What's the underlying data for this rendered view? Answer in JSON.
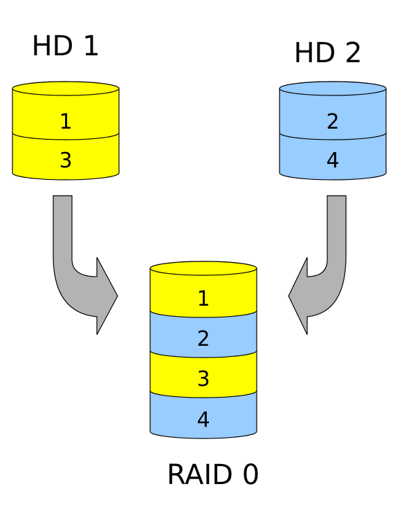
{
  "colors": {
    "yellow": "#ffff00",
    "blue": "#99ccff",
    "arrow_fill": "#b3b3b3",
    "stroke": "#000000"
  },
  "disks": {
    "hd1": {
      "title": "HD 1",
      "color": "yellow",
      "segments": [
        "1",
        "3"
      ]
    },
    "hd2": {
      "title": "HD 2",
      "color": "blue",
      "segments": [
        "2",
        "4"
      ]
    },
    "raid": {
      "title": "RAID 0",
      "segments": [
        {
          "label": "1",
          "color": "yellow"
        },
        {
          "label": "2",
          "color": "blue"
        },
        {
          "label": "3",
          "color": "yellow"
        },
        {
          "label": "4",
          "color": "blue"
        }
      ]
    }
  },
  "arrows": [
    {
      "name": "arrow-hd1-to-raid",
      "direction": "right"
    },
    {
      "name": "arrow-hd2-to-raid",
      "direction": "left"
    }
  ]
}
